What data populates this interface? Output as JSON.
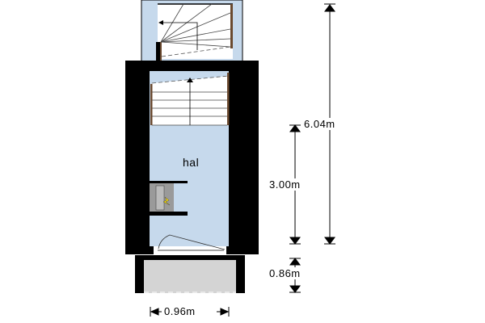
{
  "rooms": {
    "hall": "hal"
  },
  "dimensions": {
    "total_height": "6.04m",
    "hall_height": "3.00m",
    "porch_depth": "0.86m",
    "width": "0.96m"
  },
  "colors": {
    "wall": "#000000",
    "floor": "#c6d9ec",
    "porch": "#d4d4d4",
    "stair_rail": "#6b4a30"
  }
}
